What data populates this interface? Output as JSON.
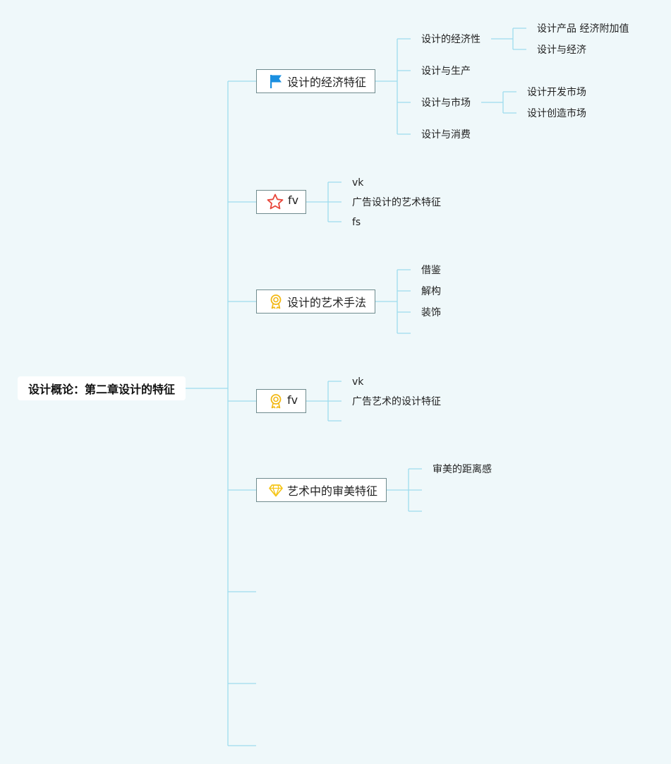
{
  "root": {
    "label": "设计概论：第二章设计的特征"
  },
  "topics": [
    {
      "label": "设计的经济特征",
      "icon": "blue-flag-icon",
      "children": [
        {
          "label": "设计的经济性",
          "children": [
            {
              "label": "设计产品 经济附加值"
            },
            {
              "label": "设计与经济"
            }
          ]
        },
        {
          "label": "设计与生产"
        },
        {
          "label": "设计与市场",
          "children": [
            {
              "label": "设计开发市场"
            },
            {
              "label": "设计创造市场"
            }
          ]
        },
        {
          "label": "设计与消费"
        }
      ]
    },
    {
      "label": "fv",
      "icon": "red-star-icon",
      "children": [
        {
          "label": "vk"
        },
        {
          "label": "广告设计的艺术特征"
        },
        {
          "label": "fs"
        }
      ]
    },
    {
      "label": "设计的艺术手法",
      "icon": "gold-medal-icon",
      "children": [
        {
          "label": "借鉴"
        },
        {
          "label": "解构"
        },
        {
          "label": "装饰"
        },
        {
          "label": ""
        }
      ]
    },
    {
      "label": "fv",
      "icon": "gold-medal-icon",
      "children": [
        {
          "label": "vk"
        },
        {
          "label": "广告艺术的设计特征"
        },
        {
          "label": ""
        }
      ]
    },
    {
      "label": "艺术中的审美特征",
      "icon": "diamond-icon",
      "children": [
        {
          "label": "审美的距离感"
        },
        {
          "label": ""
        },
        {
          "label": ""
        }
      ]
    },
    {
      "label": ""
    },
    {
      "label": ""
    },
    {
      "label": ""
    }
  ],
  "colors": {
    "background": "#eff8fa",
    "connector": "#9ddcee",
    "topic_border": "#6f8b8e",
    "flag": "#1a8fe0",
    "star": "#e8473c",
    "medal": "#f2b814",
    "diamond": "#f5c518"
  }
}
